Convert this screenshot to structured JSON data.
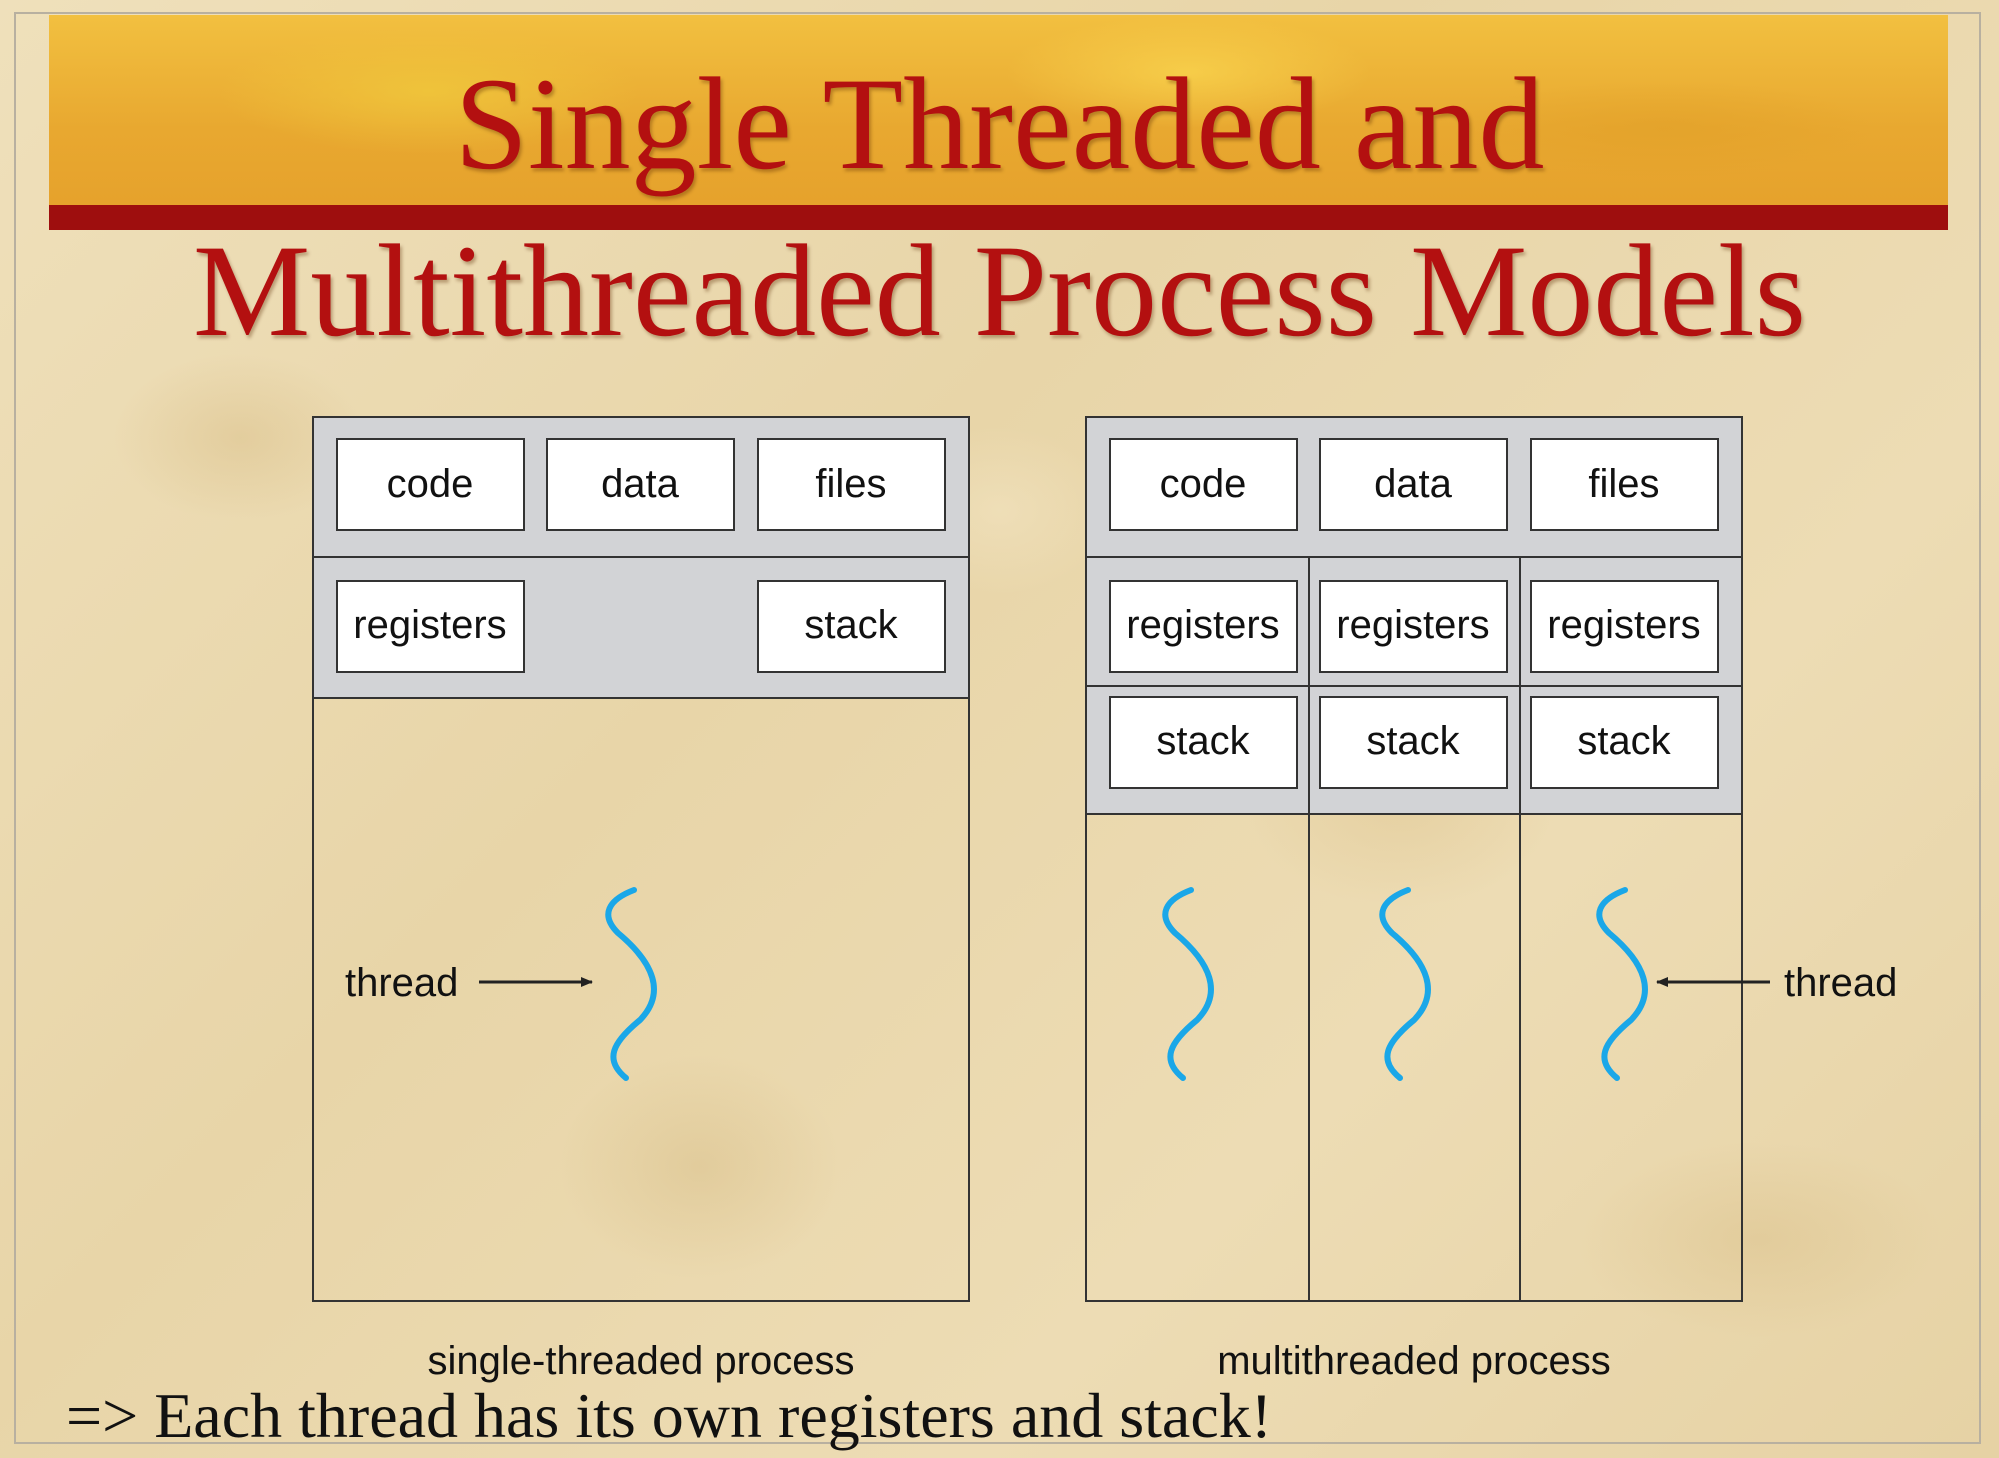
{
  "title": {
    "line1": "Single Threaded and",
    "line2": "Multithreaded Process Models"
  },
  "single": {
    "caption": "single-threaded process",
    "code": "code",
    "data": "data",
    "files": "files",
    "registers": "registers",
    "stack": "stack",
    "thread_label": "thread"
  },
  "multi": {
    "caption": "multithreaded process",
    "code": "code",
    "data": "data",
    "files": "files",
    "registers": [
      "registers",
      "registers",
      "registers"
    ],
    "stacks": [
      "stack",
      "stack",
      "stack"
    ],
    "thread_label": "thread"
  },
  "footer": "=> Each thread has its own registers and stack!",
  "colors": {
    "title": "#b31010",
    "banner": "#e8a830",
    "rule": "#9e0e0e",
    "shaded": "#d2d3d6",
    "thread": "#1aa7e8"
  }
}
